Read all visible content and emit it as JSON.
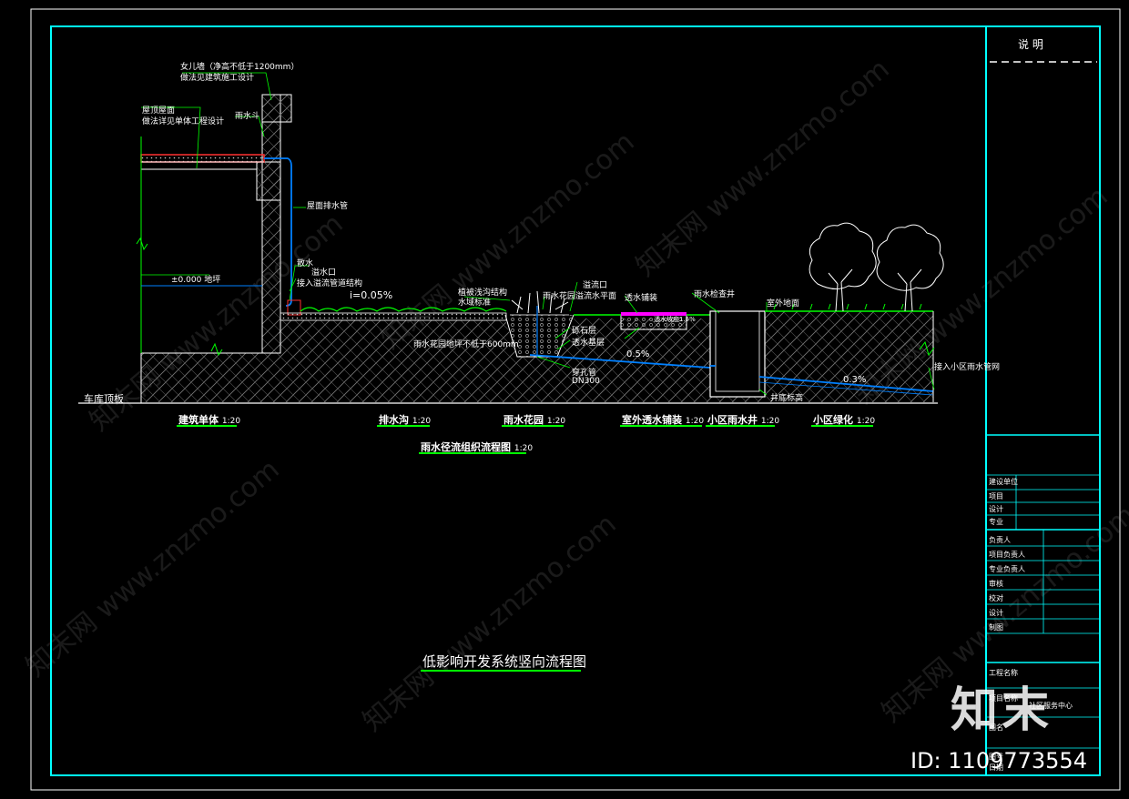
{
  "drawing_title": "低影响开发系统竖向流程图",
  "diagram_subtitle": "雨水径流组织流程图",
  "diagram_subtitle_scale": "1:20",
  "base_label": "车库顶板",
  "sections": [
    {
      "name": "建筑单体",
      "scale": "1:20"
    },
    {
      "name": "排水沟",
      "scale": "1:20"
    },
    {
      "name": "雨水花园",
      "scale": "1:20"
    },
    {
      "name": "室外透水铺装",
      "scale": "1:20"
    },
    {
      "name": "小区雨水井",
      "scale": "1:20"
    },
    {
      "name": "小区绿化",
      "scale": "1:20"
    }
  ],
  "annotations": {
    "parapet": "女儿墙（净高不低于1200mm）",
    "parapet_note": "做法见建筑施工设计",
    "roof": "屋顶屋面",
    "roof_note": "做法详见单体工程设计",
    "rain_hopper": "雨水斗",
    "downpipe": "屋面排水管",
    "drop": "散水",
    "catch_basin": "溢水口",
    "catch_note": "接入溢流管道结构",
    "elevation": "±0.000",
    "elevation_note": "地坪",
    "slope1": "i=0.05%",
    "rock_note": "雨水花园地坪不低于600mm",
    "garden_soil": "植被浅沟结构",
    "garden_soil_note": "水域标准",
    "overflow": "溢流口",
    "overflow_note": "雨水花园溢流水平面",
    "gravel": "砾石层",
    "pipe": "穿孔管",
    "pipe_dn": "DN300",
    "permeable": "透水铺装",
    "perm_layer": "透水基层",
    "perm_slope": "透水坡度1.5%",
    "slope2": "0.5%",
    "well": "雨水检查井",
    "green_surface": "室外地面",
    "well_bottom": "井底标高",
    "slope3": "0.3%",
    "outlet": "接入小区雨水管网"
  },
  "title_block": {
    "header": "说  明",
    "rows": [
      "建设单位",
      "项目",
      "设计",
      "专业",
      "负责人",
      "项目负责人",
      "专业负责人",
      "审核",
      "校对",
      "设计",
      "制图",
      "工程名称",
      "项目名称",
      "图名",
      "图号",
      "日期"
    ],
    "project_line": "社区服务中心"
  },
  "watermark": "知末网 www.znzmo.com",
  "logo_text": "知末",
  "id_text": "ID: 1109773554",
  "colors": {
    "frame": "#00ffff",
    "green": "#00ff00",
    "blue": "#0080ff",
    "magenta": "#ff00ff",
    "red": "#ff3030",
    "white": "#ffffff"
  }
}
